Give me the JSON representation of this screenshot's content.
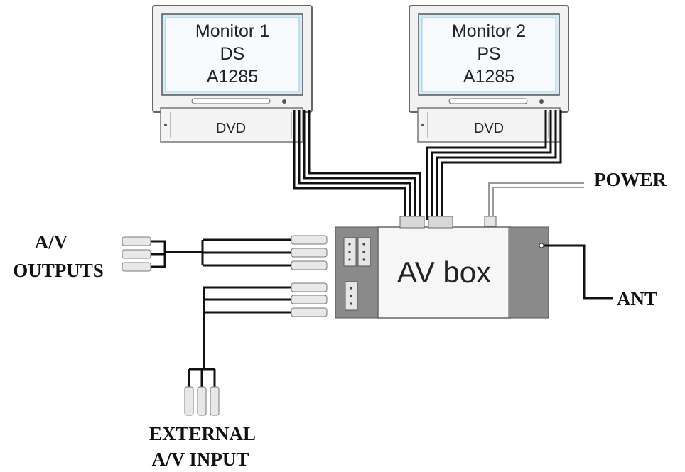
{
  "monitors": [
    {
      "name": "Monitor 1",
      "side": "DS",
      "model": "A1285",
      "tray_label": "DVD"
    },
    {
      "name": "Monitor 2",
      "side": "PS",
      "model": "A1285",
      "tray_label": "DVD"
    }
  ],
  "av_box": {
    "label": "AV box"
  },
  "labels": {
    "power": "POWER",
    "ant": "ANT",
    "av_outputs_line1": "A/V",
    "av_outputs_line2": "OUTPUTS",
    "external_line1": "EXTERNAL",
    "external_line2": "A/V INPUT"
  },
  "colors": {
    "box_gray": "#8a8a8a",
    "screen_blue": "#d4ecf7",
    "cable": "#111111"
  }
}
